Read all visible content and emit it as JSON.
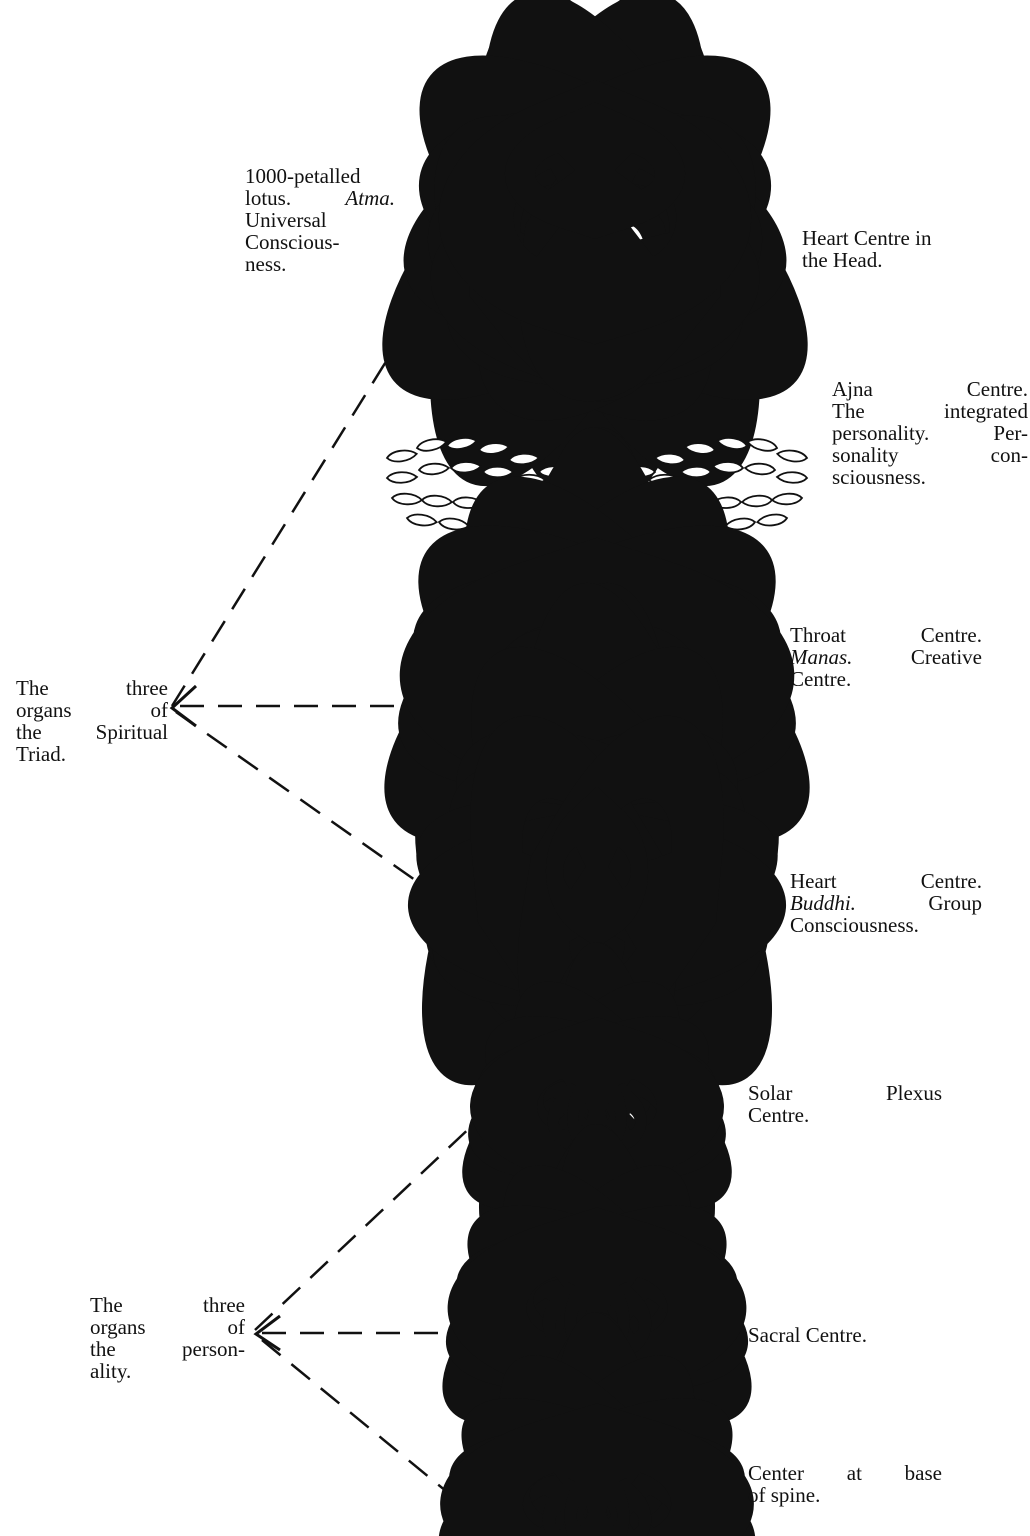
{
  "labels": {
    "head_left": {
      "line1": "1000-petalled",
      "line2a": "lotus.",
      "line2b": "Atma.",
      "line3": "Universal",
      "line4": "Conscious-",
      "line5": "ness."
    },
    "head_right": {
      "line1": "Heart Centre in",
      "line2": "the Head."
    },
    "ajna": {
      "line1": "Ajna Centre.",
      "line2": "The integrated",
      "line3": "personality. Per-",
      "line4": "sonality con-",
      "line5": "sciousness."
    },
    "throat": {
      "line1": "Throat Centre.",
      "line2a": "Manas.",
      "line2b": "Creative",
      "line3": "Centre."
    },
    "heart": {
      "line1": "Heart Centre.",
      "line2a": "Buddhi.",
      "line2b": "Group",
      "line3": "Consciousness."
    },
    "solar": {
      "line1": "Solar Plexus",
      "line2": "Centre."
    },
    "sacral": {
      "line1": "Sacral Centre."
    },
    "base": {
      "line1": "Center at base",
      "line2": "of spine."
    },
    "triad": {
      "line1": "The three",
      "line2": "organs of",
      "line3": "the Spiritual",
      "line4": "Triad."
    },
    "personality": {
      "line1": "The three",
      "line2": "organs of",
      "line3": "the person-",
      "line4": "ality."
    }
  }
}
